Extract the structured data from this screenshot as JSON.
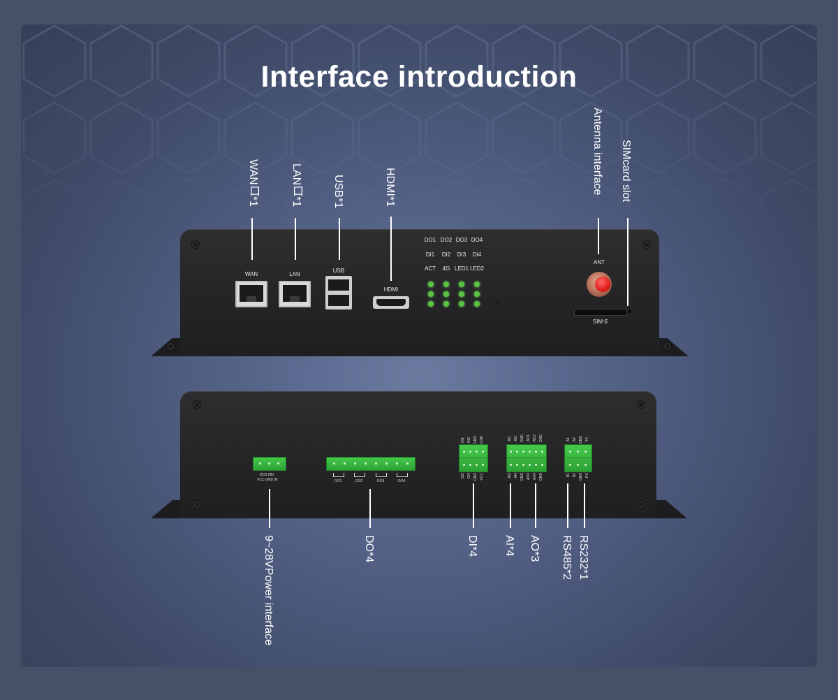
{
  "title": "Interface introduction",
  "top_device": {
    "port_labels": {
      "wan": "WAN",
      "lan": "LAN",
      "usb": "USB",
      "hdmi": "HDMI",
      "ant": "ANT",
      "sim": "SIM卡"
    },
    "led_labels": [
      [
        "DO1",
        "DO2",
        "DO3",
        "DO4"
      ],
      [
        "DI1",
        "DI2",
        "DI3",
        "DI4"
      ],
      [
        "ACT",
        "4G",
        "LED1",
        "LED2"
      ]
    ]
  },
  "bottom_device": {
    "power_terminal": {
      "top": "DC9-28V",
      "bottom": "VCC  GND  IN"
    },
    "do_labels": [
      "DO1",
      "DO2",
      "DO3",
      "DO4"
    ],
    "di_top": [
      "DI1",
      "DI3",
      "GND",
      "COM"
    ],
    "di_bottom": [
      "DI2",
      "DI4",
      "GND",
      "VCC"
    ],
    "ai_top": [
      "AI1",
      "AI3",
      "GND",
      "AO1",
      "AO3",
      "GND"
    ],
    "ai_bottom": [
      "AI2",
      "AI4",
      "GND",
      "AO2",
      "AO4",
      "GND"
    ],
    "rs_top": [
      "A1",
      "A2",
      "GND",
      "TX"
    ],
    "rs_bottom": [
      "B1",
      "B2",
      "GND",
      "RX"
    ]
  },
  "callouts_top": {
    "wan": "WAN口*1",
    "lan": "LAN口*1",
    "usb": "USB*1",
    "hdmi": "HDMI*1",
    "antenna": "Antenna interface",
    "sim": "SIMcard slot"
  },
  "callouts_bottom": {
    "power": "9~28VPower interface",
    "do": "DO*4",
    "di": "DI*4",
    "ai": "AI*4",
    "ao": "AO*3",
    "rs485": "RS485*2",
    "rs232": "RS232*1"
  }
}
